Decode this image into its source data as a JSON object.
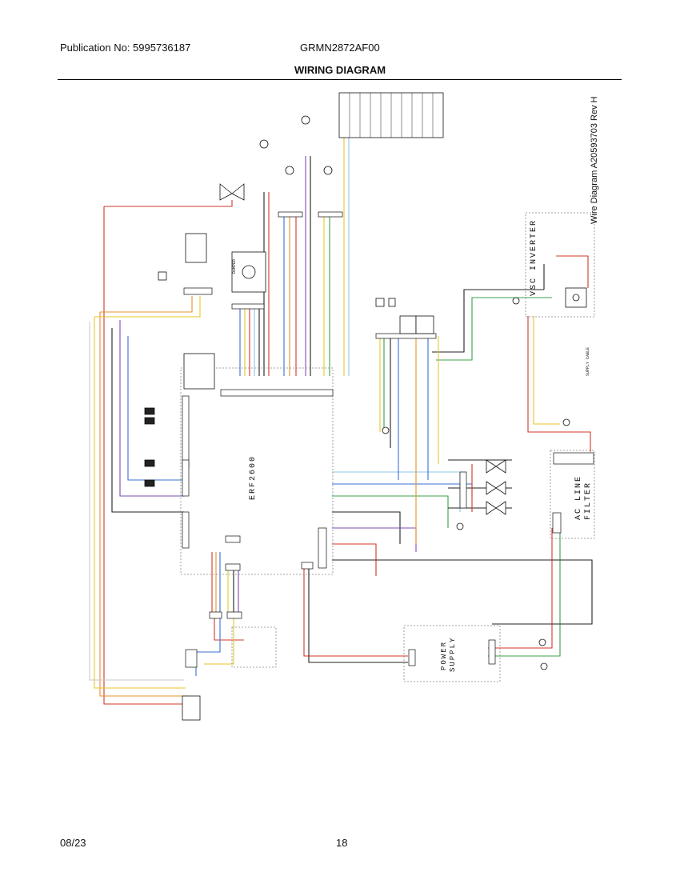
{
  "header": {
    "publication": "Publication No: 5995736187",
    "model": "GRMN2872AF00"
  },
  "title": "WIRING DIAGRAM",
  "diagram": {
    "revision": "Wire Diagram A20593703 Rev H",
    "control_board": "ERF2600",
    "inverter": "VSC INVERTER",
    "ac_line_filter": [
      "AC LINE",
      "FILTER"
    ],
    "power_supply": [
      "POWER",
      "SUPPLY"
    ],
    "supply_cable": "SUPPLY CABLE",
    "damper": "DAMPER"
  },
  "footer": {
    "date": "08/23",
    "page": "18"
  },
  "colors": {
    "red": "#d23a2a",
    "orange": "#e7922b",
    "yellow": "#e8c62a",
    "green": "#3aa34a",
    "blue": "#3a6fd6",
    "lightblue": "#8ec7ea",
    "violet": "#7d4bb8",
    "brown": "#8a5a2b",
    "black": "#222222",
    "white_trace": "#c9c9c9",
    "grey": "#9a9a9a"
  }
}
